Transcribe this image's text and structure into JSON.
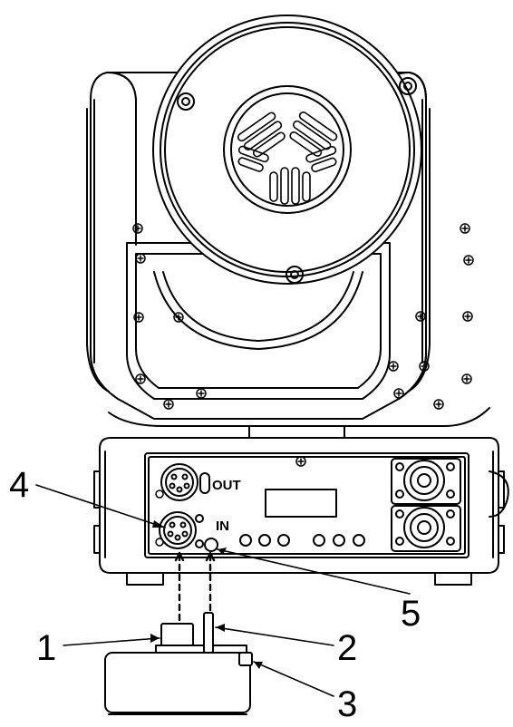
{
  "panel": {
    "out_label": "OUT",
    "in_label": "IN"
  },
  "callouts": [
    {
      "id": "1",
      "label": "1"
    },
    {
      "id": "2",
      "label": "2"
    },
    {
      "id": "3",
      "label": "3"
    },
    {
      "id": "4",
      "label": "4"
    },
    {
      "id": "5",
      "label": "5"
    }
  ],
  "colors": {
    "line": "#000000",
    "fill": "#ffffff"
  }
}
